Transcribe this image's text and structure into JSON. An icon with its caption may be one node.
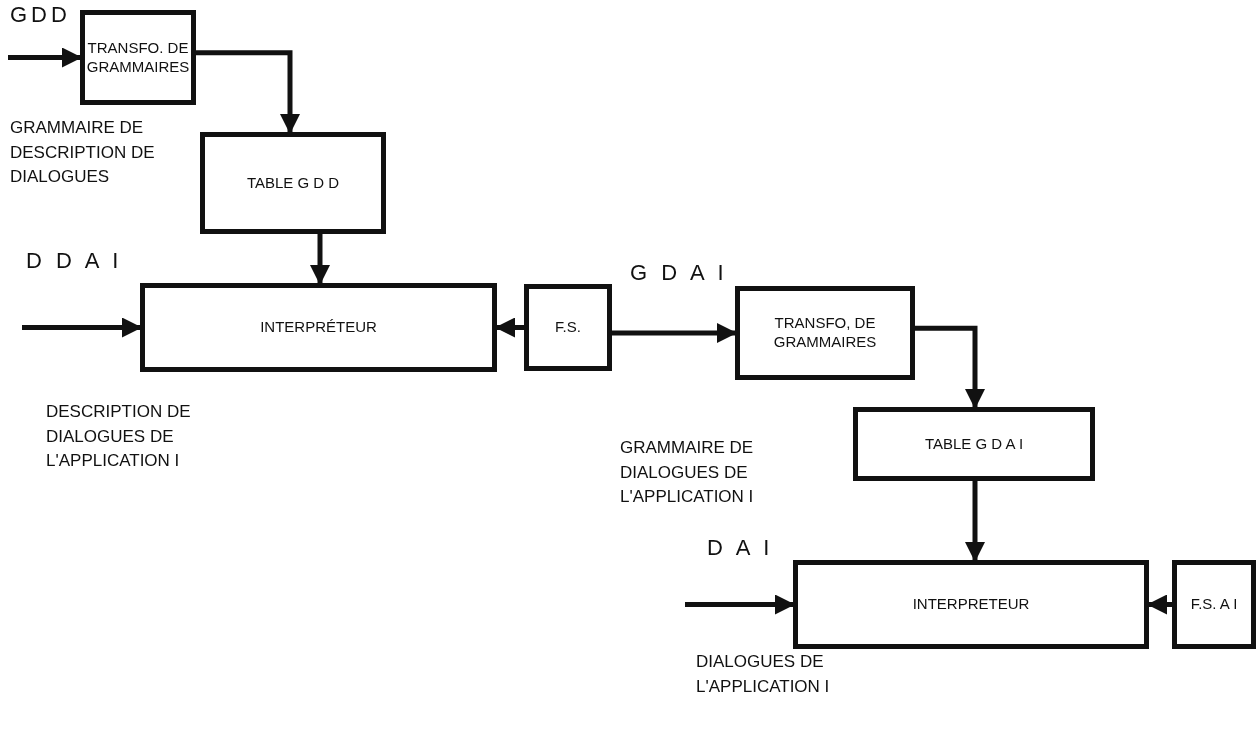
{
  "diagram": {
    "nodes": [
      {
        "text": [
          "TRANSFO. DE GRAMMAIRES"
        ]
      },
      {
        "text": [
          "TABLE G D D"
        ]
      },
      {
        "text": [
          "INTERPRÉTEUR"
        ]
      },
      {
        "text": [
          "F.S."
        ]
      },
      {
        "text": [
          "TRANSFO, DE GRAMMAIRES"
        ]
      },
      {
        "text": [
          "TABLE G D A I"
        ]
      },
      {
        "text": [
          "INTERPRETEUR"
        ]
      },
      {
        "text": [
          "F.S. A I"
        ]
      }
    ],
    "edges": [
      {
        "from": null,
        "to": 0,
        "arrow": "to",
        "label": "GDD"
      },
      {
        "from": 0,
        "to": 1,
        "arrow": "to"
      },
      {
        "from": 1,
        "to": 2,
        "arrow": "to"
      },
      {
        "from": null,
        "to": 2,
        "arrow": "to",
        "label": "D D A I"
      },
      {
        "from": 3,
        "to": 2,
        "arrow": "to"
      },
      {
        "from": 3,
        "to": 4,
        "arrow": "to",
        "label": "G D A I"
      },
      {
        "from": 4,
        "to": 5,
        "arrow": "to"
      },
      {
        "from": 5,
        "to": 6,
        "arrow": "to"
      },
      {
        "from": null,
        "to": 6,
        "arrow": "to",
        "label": "D A I"
      },
      {
        "from": 7,
        "to": 6,
        "arrow": "to"
      }
    ],
    "labels": [
      "GRAMMAIRE DE DESCRIPTION DE DIALOGUES",
      "DESCRIPTION DE DIALOGUES DE L'APPLICATION I",
      "GRAMMAIRE DE DIALOGUES DE L'APPLICATION I",
      "DIALOGUES DE L'APPLICATION I"
    ]
  }
}
